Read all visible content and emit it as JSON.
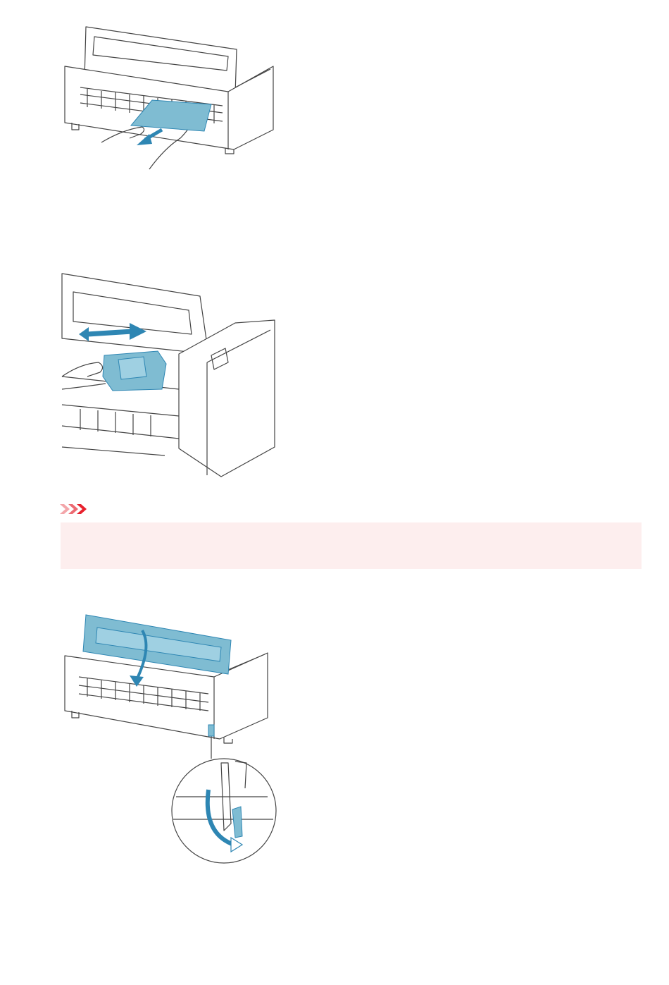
{
  "colors": {
    "accent_blue": "#7fbcd2",
    "accent_blue_dark": "#2e86b3",
    "line": "#444444",
    "important_bg": "#fdeeee",
    "important_icon": "#e8212d"
  },
  "icons": {
    "important": "triple-chevron-important-icon"
  },
  "figures": [
    {
      "name": "remove-jammed-paper-illustration"
    },
    {
      "name": "move-carriage-illustration"
    },
    {
      "name": "close-cover-lower-release-lever-illustration"
    }
  ],
  "important": {
    "text": ""
  }
}
